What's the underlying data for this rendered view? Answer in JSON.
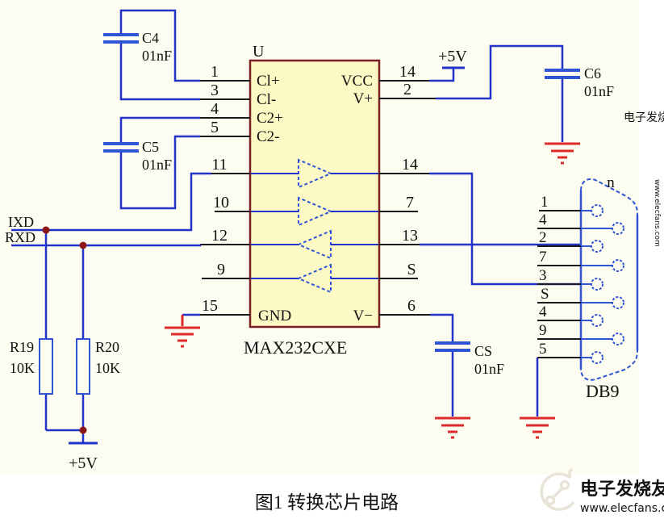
{
  "caption": "图1 转换芯片电路",
  "colors": {
    "background": "#fdfcf0",
    "wire": "#2233cc",
    "pin": "#1a1a1a",
    "chip_fill": "#fdf9c4",
    "chip_border": "#7a2121",
    "ground": "#dd2b2b",
    "junction": "#8b1717",
    "watermark": "#e9e4d8"
  },
  "chip": {
    "designator": "U",
    "part_number": "MAX232CXE",
    "left_port_labels": [
      "Cl+",
      "Cl-",
      "C2+",
      "C2-",
      "GND"
    ],
    "right_port_labels": [
      "VCC",
      "V+",
      "V−"
    ],
    "left_pin_numbers": [
      "1",
      "3",
      "4",
      "5",
      "11",
      "10",
      "12",
      "9",
      "15"
    ],
    "right_pin_numbers": [
      "14",
      "2",
      "14",
      "7",
      "13",
      "S",
      "6"
    ]
  },
  "capacitors": [
    {
      "ref": "C4",
      "value": "01nF"
    },
    {
      "ref": "C5",
      "value": "01nF"
    },
    {
      "ref": "C6",
      "value": "01nF"
    },
    {
      "ref": "CS",
      "value": "01nF"
    }
  ],
  "resistors": [
    {
      "ref": "R19",
      "value": "10K"
    },
    {
      "ref": "R20",
      "value": "10K"
    }
  ],
  "nets": {
    "ixd": "IXD",
    "rxd": "RXD",
    "vcc_top": "+5V",
    "vcc_bottom": "+5V"
  },
  "connector": {
    "designator": "n",
    "name": "DB9",
    "pin_labels": [
      "1",
      "4",
      "2",
      "7",
      "3",
      "S",
      "4",
      "9",
      "5"
    ]
  },
  "watermark": {
    "brand": "电子发烧友",
    "url": "www.elecfans.com"
  }
}
